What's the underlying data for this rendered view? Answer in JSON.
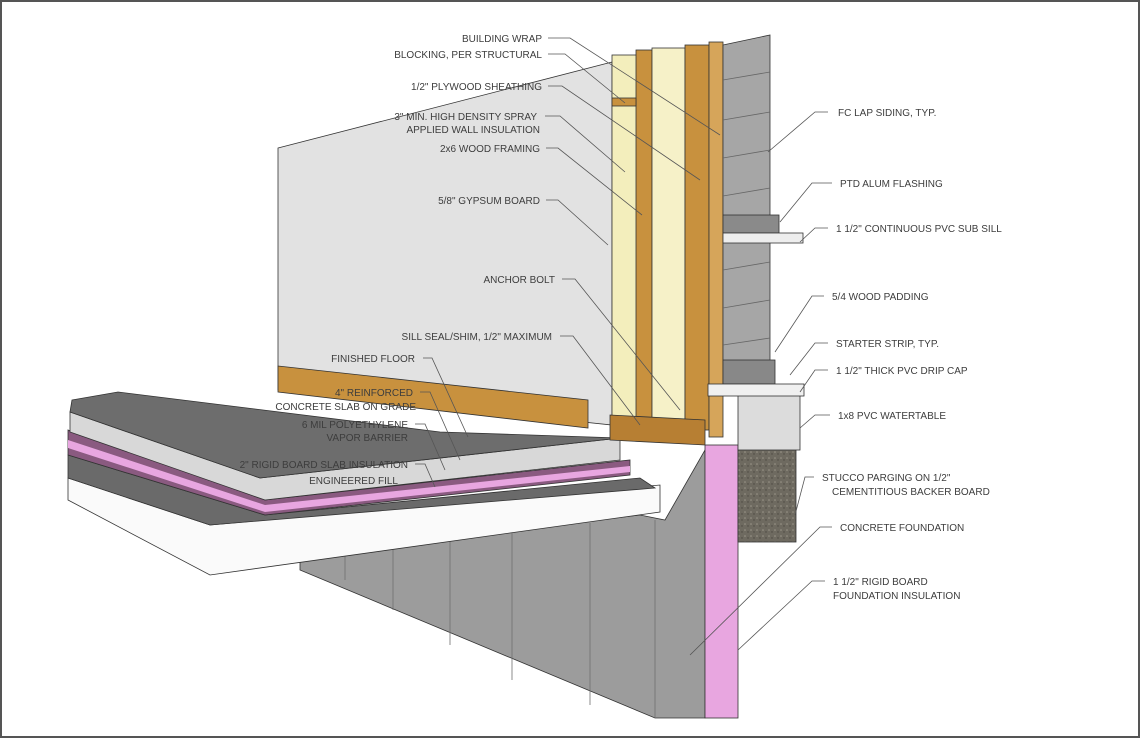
{
  "left_labels": {
    "building_wrap": "BUILDING WRAP",
    "blocking": "BLOCKING, PER STRUCTURAL",
    "plywood": "1/2\" PLYWOOD SHEATHING",
    "spray_1": "3\" MIN. HIGH DENSITY SPRAY",
    "spray_2": "APPLIED WALL INSULATION",
    "framing": "2x6 WOOD FRAMING",
    "gypsum": "5/8\" GYPSUM BOARD",
    "anchor": "ANCHOR BOLT",
    "sill_seal": "SILL SEAL/SHIM, 1/2\" MAXIMUM",
    "finished_floor": "FINISHED FLOOR",
    "slab_1": "4\" REINFORCED",
    "slab_2": "CONCRETE SLAB ON GRADE",
    "vapor_1": "6 MIL POLYETHYLENE",
    "vapor_2": "VAPOR BARRIER",
    "slab_insulation": "2\" RIGID BOARD SLAB INSULATION",
    "fill": "ENGINEERED FILL"
  },
  "right_labels": {
    "siding": "FC LAP SIDING, TYP.",
    "flashing": "PTD ALUM FLASHING",
    "sub_sill": "1 1/2\" CONTINUOUS PVC SUB SILL",
    "padding": "5/4 WOOD PADDING",
    "starter": "STARTER STRIP, TYP.",
    "drip_cap": "1 1/2\" THICK PVC DRIP CAP",
    "watertable": "1x8 PVC WATERTABLE",
    "stucco_1": "STUCCO PARGING ON 1/2\"",
    "stucco_2": "CEMENTITIOUS BACKER BOARD",
    "foundation": "CONCRETE FOUNDATION",
    "fdn_ins_1": "1 1/2\" RIGID BOARD",
    "fdn_ins_2": "FOUNDATION INSULATION"
  },
  "colors": {
    "gypsum": "#e2e2e2",
    "wood": "#c8913e",
    "insulation": "#f3eebc",
    "concrete": "#9a9a9a",
    "pink_insulation": "#e8a6e0",
    "purple": "#8a5a80",
    "slab": "#6d6d6d"
  }
}
